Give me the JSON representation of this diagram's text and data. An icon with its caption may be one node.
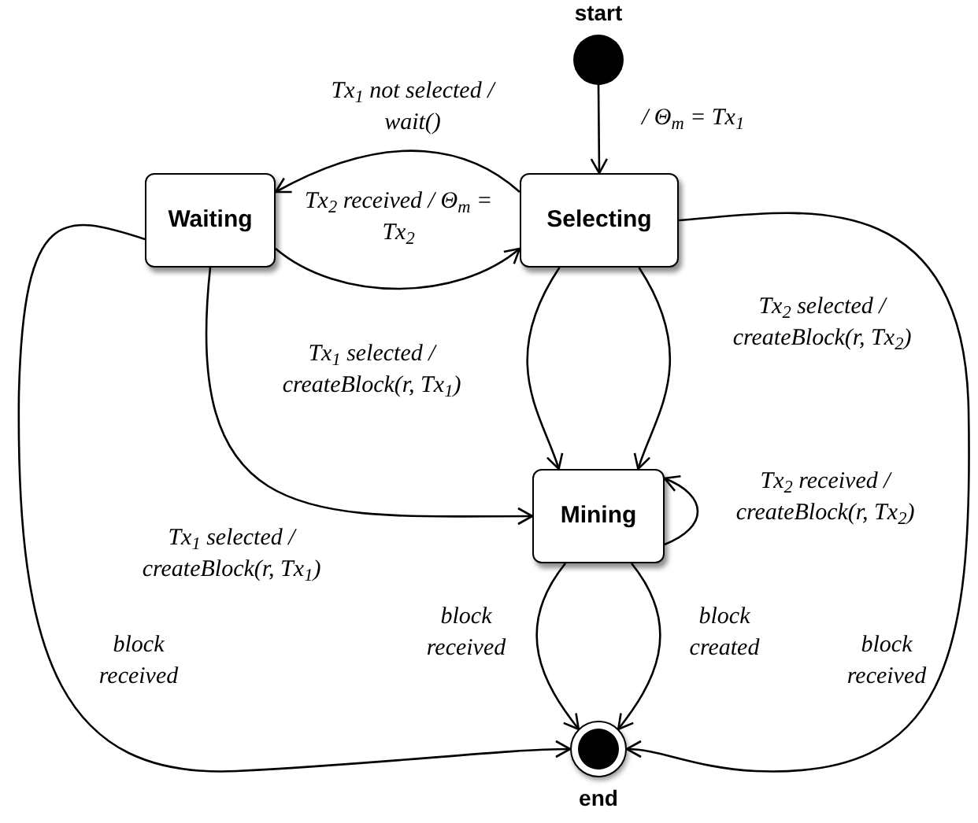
{
  "diagram": {
    "nodes": [
      {
        "text": [
          "start"
        ]
      },
      {
        "text": [
          "Waiting"
        ]
      },
      {
        "text": [
          "Selecting"
        ]
      },
      {
        "text": [
          "Mining"
        ]
      },
      {
        "text": [
          "end"
        ]
      }
    ],
    "edges": [
      {
        "from": 0,
        "to": 2,
        "arrow": "to",
        "label": "/ Θ$_{m}$ = Tx$_{1}$"
      },
      {
        "from": 2,
        "to": 1,
        "arrow": "to",
        "label": "Tx$_{1}$ not selected / wait()"
      },
      {
        "from": 1,
        "to": 2,
        "arrow": "to",
        "label": "Tx$_{2}$ received / Θ$_{m}$ = Tx$_{2}$"
      },
      {
        "from": 2,
        "to": 3,
        "arrow": "to",
        "label": "Tx$_{1}$ selected / createBlock(r, Tx$_{1}$)"
      },
      {
        "from": 2,
        "to": 3,
        "arrow": "to",
        "label": "Tx$_{2}$ selected / createBlock(r, Tx$_{2}$)"
      },
      {
        "from": 1,
        "to": 3,
        "arrow": "to",
        "label": "Tx$_{1}$ selected / createBlock(r, Tx$_{1}$)"
      },
      {
        "from": 3,
        "to": 3,
        "arrow": "to",
        "label": "Tx$_{2}$ received / createBlock(r, Tx$_{2}$)"
      },
      {
        "from": 3,
        "to": 4,
        "arrow": "to",
        "label": "block received"
      },
      {
        "from": 3,
        "to": 4,
        "arrow": "to",
        "label": "block created"
      },
      {
        "from": 1,
        "to": 4,
        "arrow": "to",
        "label": "block received"
      },
      {
        "from": 2,
        "to": 4,
        "arrow": "to",
        "label": "block received"
      }
    ]
  }
}
